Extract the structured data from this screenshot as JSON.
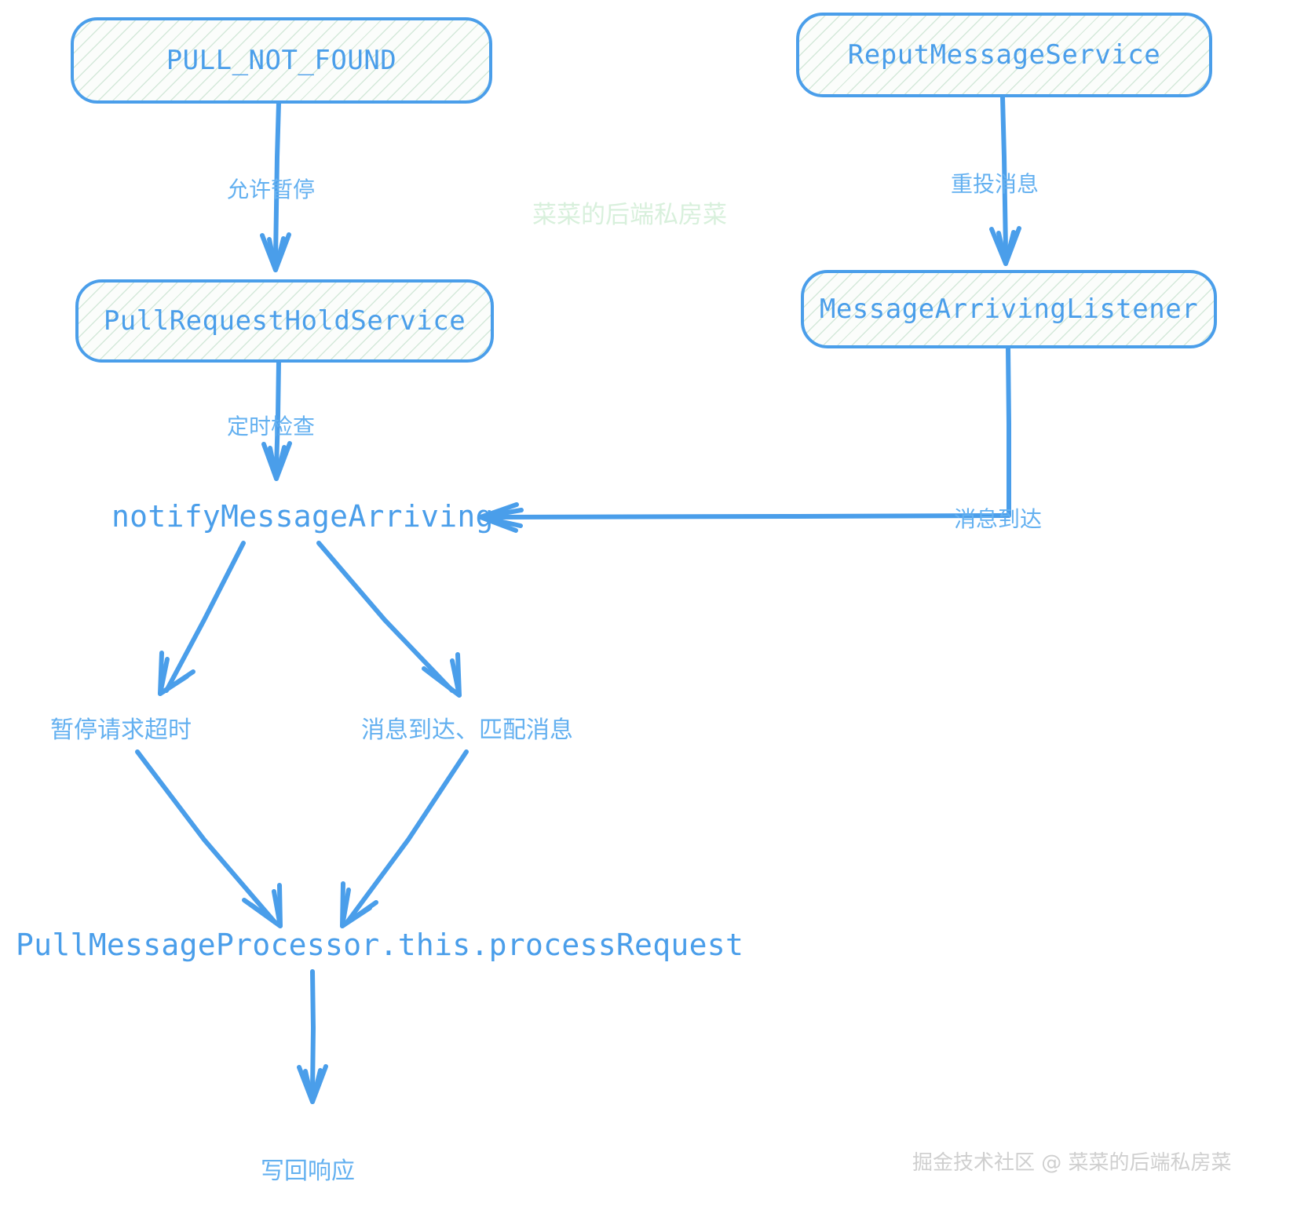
{
  "diagram": {
    "title": "RocketMQ long-polling pull message flow",
    "accent_color": "#4a9eea",
    "label_color": "#63b0f0",
    "node_fill": "#fbfdfb",
    "hatch_color": "#78b98c",
    "background": "#ffffff"
  },
  "nodes": [
    {
      "id": "pull-not-found",
      "label": "PULL_NOT_FOUND",
      "kind": "box"
    },
    {
      "id": "reput-message-service",
      "label": "ReputMessageService",
      "kind": "box"
    },
    {
      "id": "pull-request-hold-service",
      "label": "PullRequestHoldService",
      "kind": "box"
    },
    {
      "id": "message-arriving-listener",
      "label": "MessageArrivingListener",
      "kind": "box"
    },
    {
      "id": "notify-message-arriving",
      "label": "notifyMessageArriving",
      "kind": "text"
    },
    {
      "id": "pull-message-processor",
      "label": "PullMessageProcessor.this.processRequest",
      "kind": "text"
    }
  ],
  "branch_labels": [
    {
      "id": "suspend-timeout",
      "label": "暂停请求超时"
    },
    {
      "id": "message-arrived-matched",
      "label": "消息到达、匹配消息"
    },
    {
      "id": "write-response",
      "label": "写回响应"
    }
  ],
  "edges": [
    {
      "id": "e-allow-suspend",
      "from": "pull-not-found",
      "to": "pull-request-hold-service",
      "label": "允许暂停"
    },
    {
      "id": "e-reput-message",
      "from": "reput-message-service",
      "to": "message-arriving-listener",
      "label": "重投消息"
    },
    {
      "id": "e-timed-check",
      "from": "pull-request-hold-service",
      "to": "notify-message-arriving",
      "label": "定时检查"
    },
    {
      "id": "e-message-arrived",
      "from": "message-arriving-listener",
      "to": "notify-message-arriving",
      "label": "消息到达"
    },
    {
      "id": "e-to-suspend-timeout",
      "from": "notify-message-arriving",
      "to": "suspend-timeout",
      "label": ""
    },
    {
      "id": "e-to-arrived-matched",
      "from": "notify-message-arriving",
      "to": "message-arrived-matched",
      "label": ""
    },
    {
      "id": "e-timeout-to-process",
      "from": "suspend-timeout",
      "to": "pull-message-processor",
      "label": ""
    },
    {
      "id": "e-matched-to-process",
      "from": "message-arrived-matched",
      "to": "pull-message-processor",
      "label": ""
    },
    {
      "id": "e-process-to-write",
      "from": "pull-message-processor",
      "to": "write-response",
      "label": ""
    }
  ],
  "watermarks": {
    "center": "菜菜的后端私房菜",
    "corner": "掘金技术社区 @ 菜菜的后端私房菜"
  }
}
